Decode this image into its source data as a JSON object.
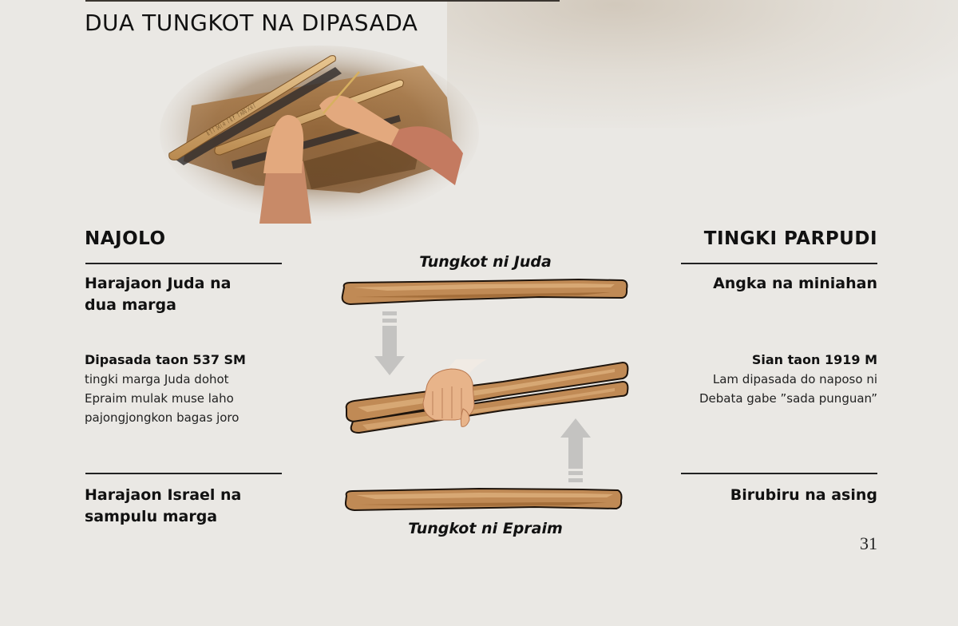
{
  "page": {
    "title": "DUA TUNGKOT NA DIPASADA",
    "page_number": "31",
    "colors": {
      "background": "#eae8e4",
      "text": "#111111",
      "stick_fill": "#c08a55",
      "stick_highlight": "#d7a874",
      "stick_outline": "#2a1a0e",
      "arrow": "#c4c3c1",
      "hand": "#e8b48a"
    }
  },
  "illustration": {
    "description": "hands-writing-on-wooden-sticks"
  },
  "left_column": {
    "heading": "NAJOLO",
    "top_label_line1": "Harajaon Juda na",
    "top_label_line2": "dua marga",
    "event_title": "Dipasada taon 537 SM",
    "event_lines": [
      "tingki marga Juda dohot",
      "Epraim mulak muse laho",
      "pajongjongkon bagas joro"
    ],
    "bottom_label_line1": "Harajaon Israel na",
    "bottom_label_line2": "sampulu marga"
  },
  "center_diagram": {
    "top_stick_caption": "Tungkot ni Juda",
    "bottom_stick_caption": "Tungkot ni Epraim",
    "arrow_down": "arrow-down-icon",
    "arrow_up": "arrow-up-icon"
  },
  "right_column": {
    "heading": "TINGKI PARPUDI",
    "top_label": "Angka na miniahan",
    "event_title": "Sian taon 1919 M",
    "event_lines": [
      "Lam dipasada do naposo ni",
      "Debata gabe ”sada punguan”"
    ],
    "bottom_label": "Birubiru na asing"
  }
}
